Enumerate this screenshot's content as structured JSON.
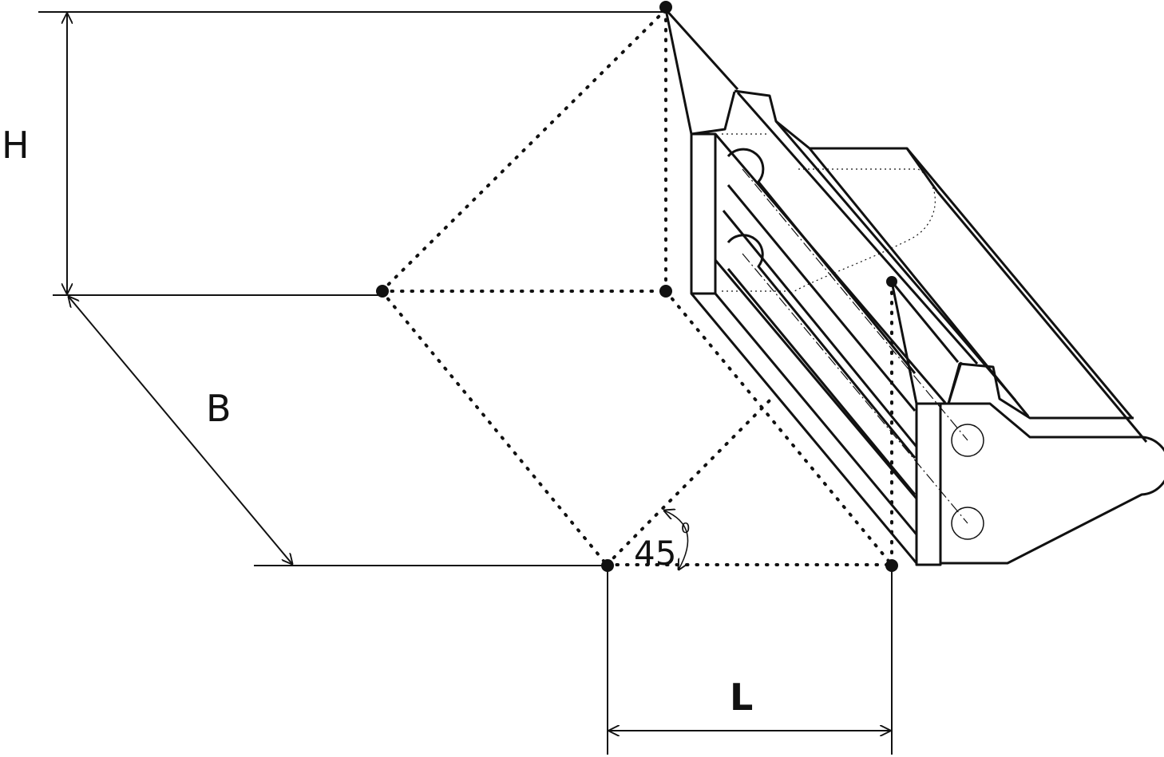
{
  "labels": {
    "height": "H",
    "breadth": "B",
    "length": "L",
    "angle_value": "45",
    "angle_unit": "0"
  },
  "colors": {
    "stroke": "#111111",
    "background": "#ffffff"
  }
}
